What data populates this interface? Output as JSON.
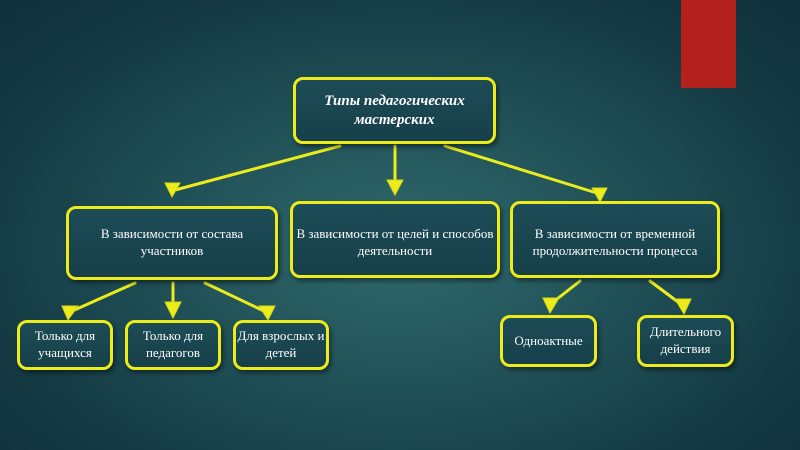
{
  "colors": {
    "border": "#ecec1c",
    "box_fill": "#1a4650",
    "accent": "#b4201e",
    "background": "#1f4e55"
  },
  "root": {
    "text": "Типы педагогических мастерских"
  },
  "categories": [
    {
      "text": "В зависимости от состава участников"
    },
    {
      "text": "В зависимости от целей и способов деятельности"
    },
    {
      "text": "В зависимости от временной продолжительности процесса"
    }
  ],
  "leaves": [
    {
      "text": "Только для учащихся"
    },
    {
      "text": "Только для педагогов"
    },
    {
      "text": "Для взрослых и детей"
    },
    {
      "text": "Одноактные"
    },
    {
      "text": "Длительного действия"
    }
  ]
}
